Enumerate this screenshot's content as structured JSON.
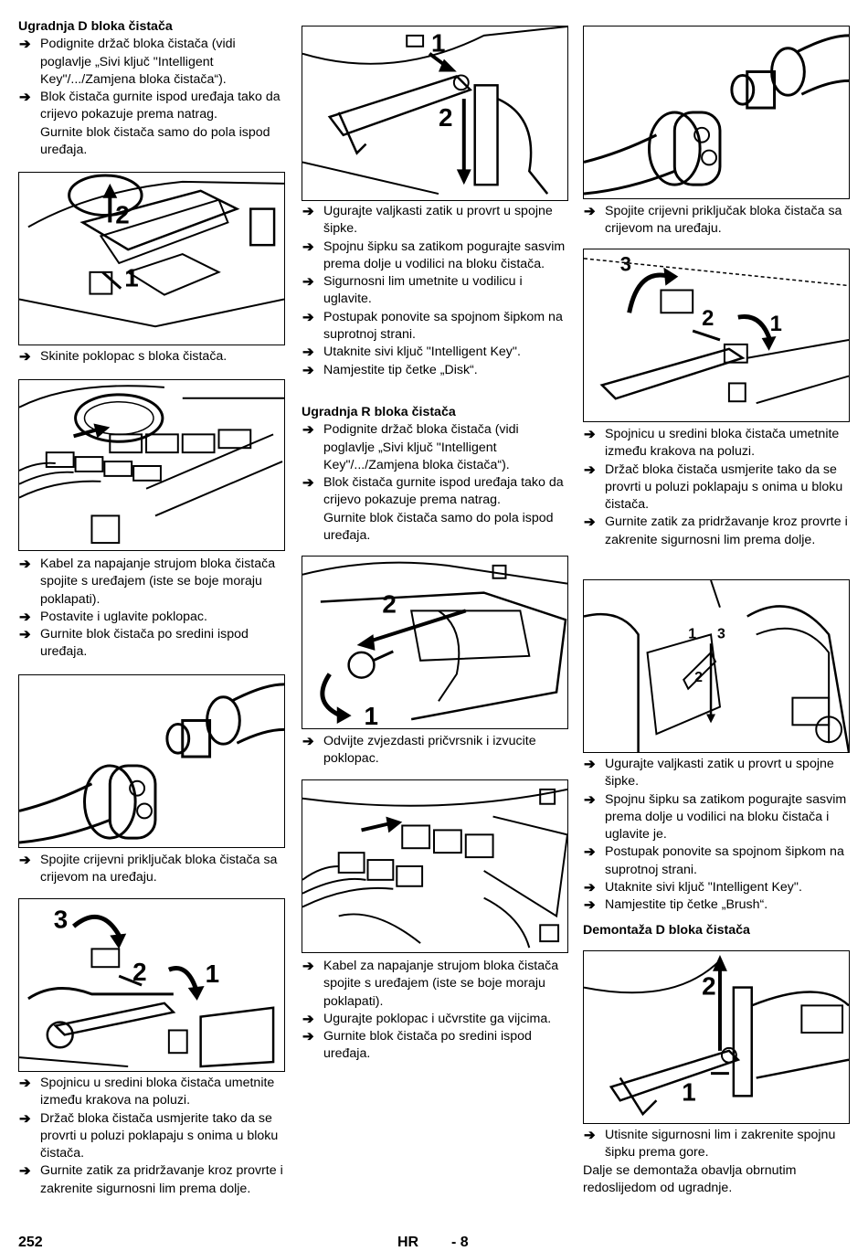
{
  "footer": {
    "page_number": "252",
    "lang": "HR",
    "sub_page": "- 8"
  },
  "arrow_glyph": "➔",
  "col1": {
    "heading1": "Ugradnja D bloka čistača",
    "s1": [
      "Podignite držač bloka čistača (vidi poglavlje „Sivi ključ \"Intelligent Key\"/.../Zamjena bloka čistača“).",
      "Blok čistača gurnite ispod uređaja tako da crijevo pokazuje prema natrag."
    ],
    "s1_note": "Gurnite blok čistača samo do pola ispod uređaja.",
    "fig1_labels": [
      "2",
      "1"
    ],
    "s2": [
      "Skinite poklopac s bloka čistača."
    ],
    "s3": [
      "Kabel za napajanje strujom bloka čistača spojite s uređajem (iste se boje moraju poklapati).",
      "Postavite i uglavite poklopac.",
      "Gurnite blok čistača po sredini ispod uređaja."
    ],
    "s4": [
      "Spojite crijevni priključak bloka čistača sa crijevom na uređaju."
    ],
    "fig5_labels": [
      "3",
      "2",
      "1"
    ],
    "s5": [
      "Spojnicu u sredini bloka čistača umetnite između krakova na poluzi.",
      "Držač bloka čistača usmjerite tako da se provrti u poluzi poklapaju s onima u bloku čistača.",
      "Gurnite zatik za pridržavanje kroz provrte i zakrenite sigurnosni lim prema dolje."
    ]
  },
  "col2": {
    "fig1_labels": [
      "1",
      "2"
    ],
    "s1": [
      "Ugurajte valjkasti zatik u provrt u spojne šipke.",
      "Spojnu šipku sa zatikom pogurajte sasvim prema dolje u vodilici na bloku čistača.",
      "Sigurnosni lim umetnite u vodilicu i uglavite.",
      "Postupak ponovite sa spojnom šipkom na suprotnoj strani.",
      "Utaknite sivi ključ \"Intelligent Key\".",
      "Namjestite tip četke „Disk“."
    ],
    "heading2": "Ugradnja R bloka čistača",
    "s2": [
      "Podignite držač bloka čistača (vidi poglavlje „Sivi ključ \"Intelligent Key\"/.../Zamjena bloka čistača“).",
      "Blok čistača gurnite ispod uređaja tako da crijevo pokazuje prema natrag."
    ],
    "s2_note": "Gurnite blok čistača samo do pola ispod uređaja.",
    "fig2_labels": [
      "2",
      "1"
    ],
    "s3": [
      "Odvijte zvjezdasti pričvrsnik i izvucite poklopac."
    ],
    "s4": [
      "Kabel za napajanje strujom bloka čistača spojite s uređajem (iste se boje moraju poklapati).",
      "Ugurajte poklopac i učvrstite ga vijcima.",
      "Gurnite blok čistača po sredini ispod uređaja."
    ]
  },
  "col3": {
    "s1": [
      "Spojite crijevni priključak bloka čistača sa crijevom na uređaju."
    ],
    "fig2_labels": [
      "3",
      "2",
      "1"
    ],
    "s2": [
      "Spojnicu u sredini bloka čistača umetnite između krakova na poluzi.",
      "Držač bloka čistača usmjerite tako da se provrti u poluzi poklapaju s onima u bloku čistača.",
      "Gurnite zatik za pridržavanje kroz provrte i zakrenite sigurnosni lim prema dolje."
    ],
    "fig3_labels": [
      "1",
      "3",
      "2"
    ],
    "s3": [
      "Ugurajte valjkasti zatik u provrt u spojne šipke.",
      "Spojnu šipku sa zatikom pogurajte sasvim prema dolje u vodilici na bloku čistača i uglavite je.",
      "Postupak ponovite sa spojnom šipkom na suprotnoj strani.",
      "Utaknite sivi ključ \"Intelligent Key\".",
      "Namjestite tip četke „Brush“."
    ],
    "heading2": "Demontaža D bloka čistača",
    "fig4_labels": [
      "2",
      "1"
    ],
    "s4": [
      "Utisnite sigurnosni lim i zakrenite spojnu šipku prema gore."
    ],
    "s4_note": "Dalje se demontaža obavlja obrnutim redoslijedom od ugradnje."
  }
}
